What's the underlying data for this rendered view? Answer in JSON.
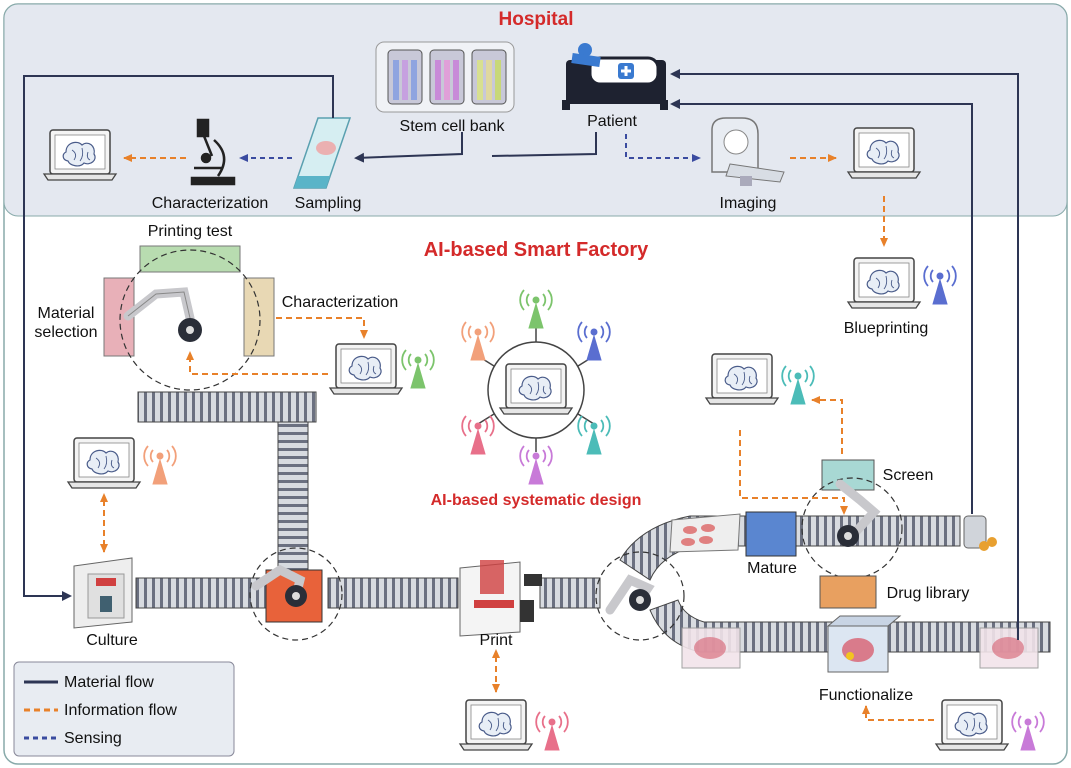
{
  "sections": {
    "hospital": "Hospital",
    "factory": "AI-based Smart Factory",
    "design": "AI-based systematic design"
  },
  "labels": {
    "stem_cell_bank": "Stem cell bank",
    "patient": "Patient",
    "characterization_top": "Characterization",
    "sampling": "Sampling",
    "imaging": "Imaging",
    "printing_test": "Printing test",
    "material": "Material",
    "selection": "selection",
    "characterization_mid": "Characterization",
    "blueprinting": "Blueprinting",
    "screen": "Screen",
    "mature": "Mature",
    "drug_library": "Drug library",
    "culture": "Culture",
    "print": "Print",
    "functionalize": "Functionalize"
  },
  "legend": [
    {
      "label": "Material flow",
      "color": "#2d3554",
      "dash": "none"
    },
    {
      "label": "Information flow",
      "color": "#e8812a",
      "dash": "6 4"
    },
    {
      "label": "Sensing",
      "color": "#3a4ba0",
      "dash": "5 4"
    }
  ],
  "colors": {
    "hospital_bg": "#e4e8f0",
    "material": "#2d3554",
    "info": "#e8812a",
    "sensing": "#3a4ba0",
    "title": "#d42a2a",
    "print_head": "#e8623a",
    "mature_box": "#5a86d0",
    "screen_box": "#a8d8d4",
    "drug_box": "#e8a060",
    "printing_test_box": "#b8dcb0",
    "material_box": "#e8b0b8",
    "characterization_box": "#e8d8b4"
  },
  "antenna_colors": [
    "#f2a07a",
    "#7cc46c",
    "#5a6ed0",
    "#4cbcb8",
    "#c87ad8",
    "#e8708a"
  ]
}
